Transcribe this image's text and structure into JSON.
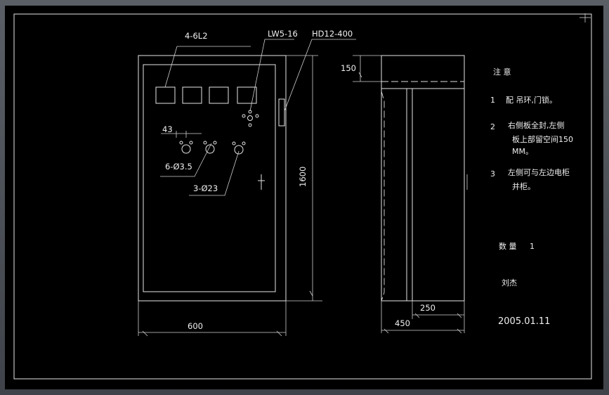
{
  "labels": {
    "meter_spec": "4-6L2",
    "switch_spec": "LW5-16",
    "breaker_spec": "HD12-400",
    "dim_43": "43",
    "holes_small": "6-Ø3.5",
    "holes_large": "3-Ø23",
    "height": "1600",
    "width": "600",
    "top_offset": "150",
    "depth": "450",
    "inner_depth": "250"
  },
  "notes": {
    "title": "注 意",
    "n1_num": "1",
    "n1_text": "配 吊环,门锁。",
    "n2_num": "2",
    "n2_line1": "右侧板全封,左侧",
    "n2_line2": "板上部留空间150",
    "n2_line3": "MM。",
    "n3_num": "3",
    "n3_line1": "左侧可与左边电柜",
    "n3_line2": "并柜。"
  },
  "info": {
    "qty_label": "数 量",
    "qty_value": "1",
    "author": "刘杰",
    "date": "2005.01.11"
  },
  "colors": {
    "background": "#000000",
    "line": "#e6e6e6",
    "frame": "#4d5157"
  }
}
